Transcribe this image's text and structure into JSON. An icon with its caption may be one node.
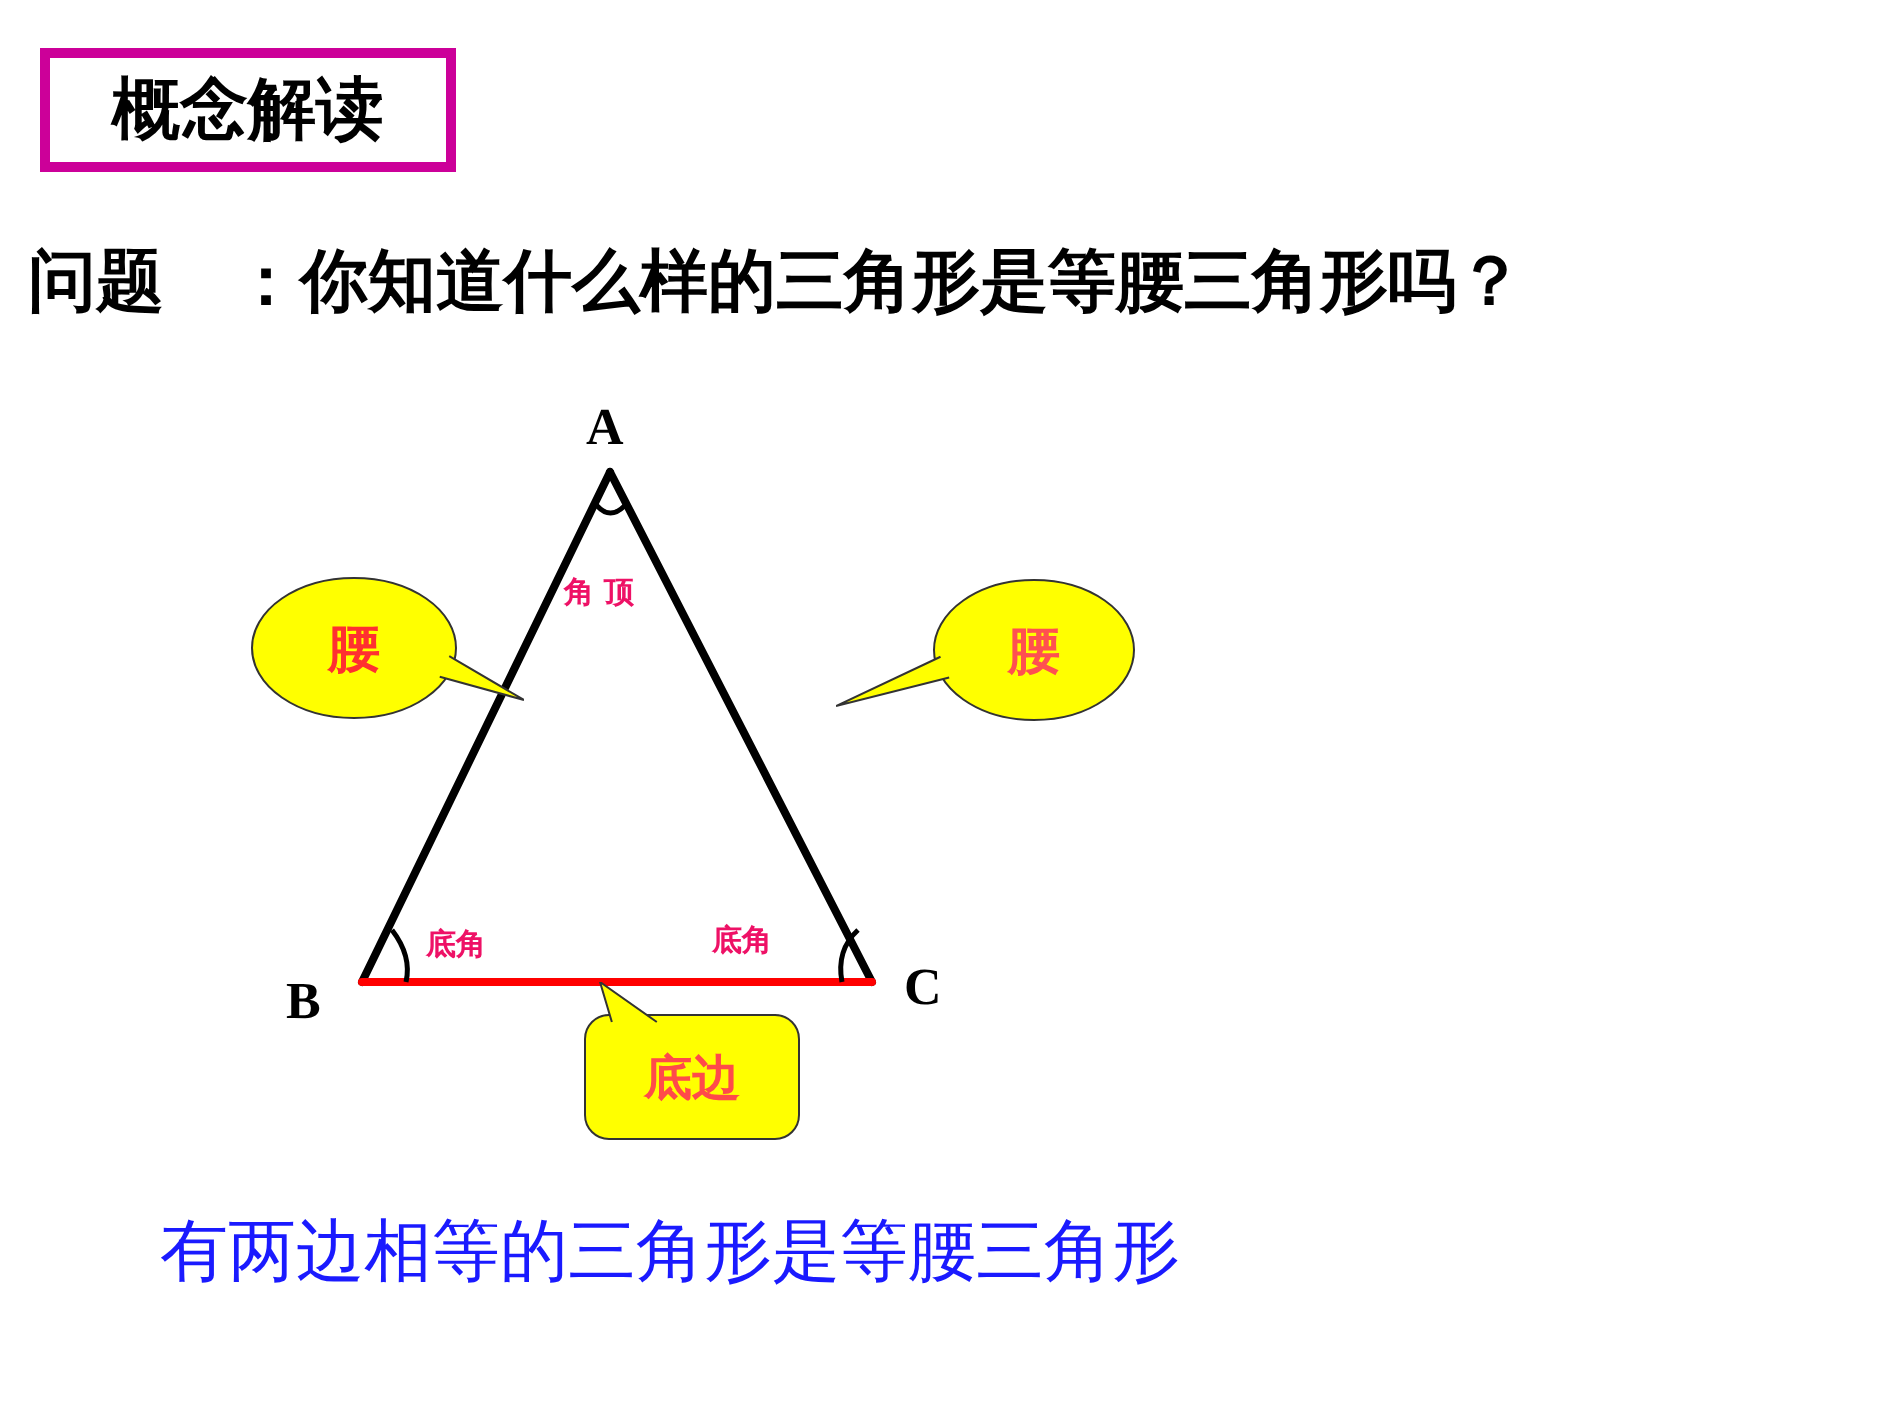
{
  "diagram": {
    "caption": "有两边相等的三角形是等腰三角形",
    "nodes": [
      {
        "text": [
          "概念解读"
        ]
      },
      {
        "text": [
          "腰"
        ]
      },
      {
        "text": [
          "腰"
        ]
      },
      {
        "text": [
          "底边"
        ]
      }
    ],
    "labels": [
      "问题　：你知道什么样的三角形是等腰三角形吗？",
      "A",
      "角 顶",
      "B",
      "底角",
      "底角",
      "C"
    ]
  }
}
